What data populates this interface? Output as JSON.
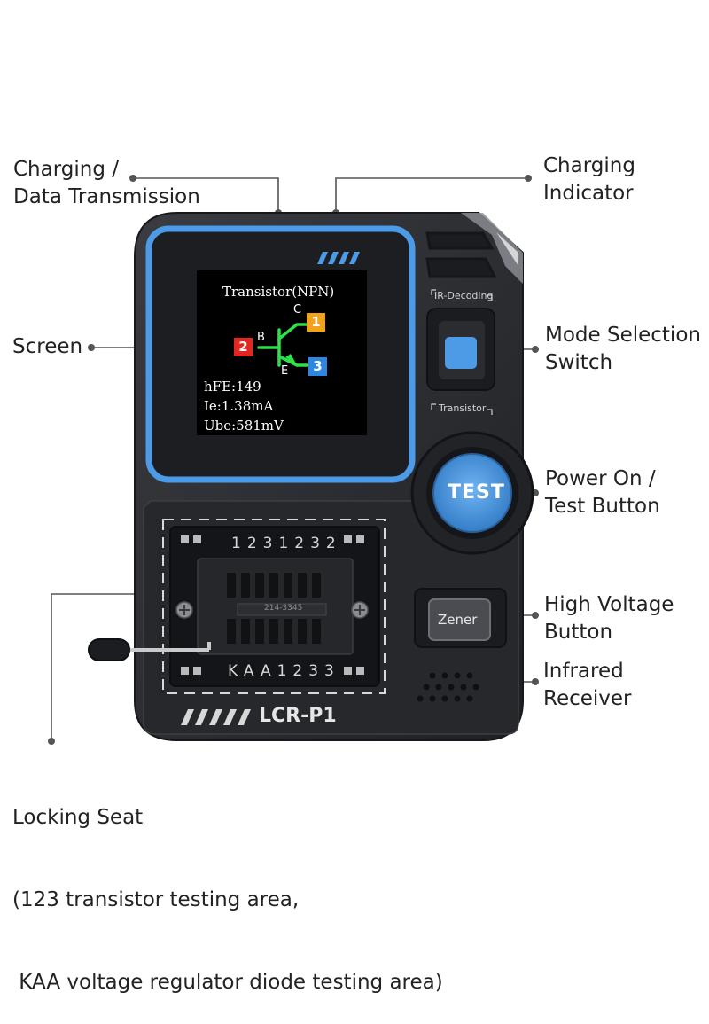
{
  "callouts": {
    "charging_data": [
      "Charging /",
      "Data Transmission"
    ],
    "charging_indicator": [
      "Charging",
      "Indicator"
    ],
    "screen": [
      "Screen"
    ],
    "mode_switch": [
      "Mode Selection",
      "Switch"
    ],
    "power_test": [
      "Power On /",
      "Test Button"
    ],
    "high_voltage": [
      "High Voltage",
      "Button"
    ],
    "infrared": [
      "Infrared",
      "Receiver"
    ],
    "locking_seat": [
      "Locking Seat",
      "(123 transistor testing area,",
      " KAA voltage regulator diode testing area)"
    ]
  },
  "device": {
    "model": "LCR-P1",
    "switch_top_label": "IR-Decoding",
    "switch_bottom_label": "Transistor",
    "test_button": "TEST",
    "zener_button": "Zener",
    "top_pins": "1231232",
    "bottom_pins": "KAA1233",
    "socket_code": "214-3345"
  },
  "screen": {
    "title": "Transistor(NPN)",
    "pin_c": "C",
    "pin_b": "B",
    "pin_e": "E",
    "num_1": "1",
    "num_2": "2",
    "num_3": "3",
    "hfe": "hFE:149",
    "ie": "Ie:1.38mA",
    "ube": "Ube:581mV"
  },
  "colors": {
    "body": "#2b2d31",
    "accent_blue": "#4d9ae6",
    "pin1": "#f5a21b",
    "pin2": "#e52620",
    "pin3": "#2f86e0",
    "transistor": "#2fe04a"
  }
}
